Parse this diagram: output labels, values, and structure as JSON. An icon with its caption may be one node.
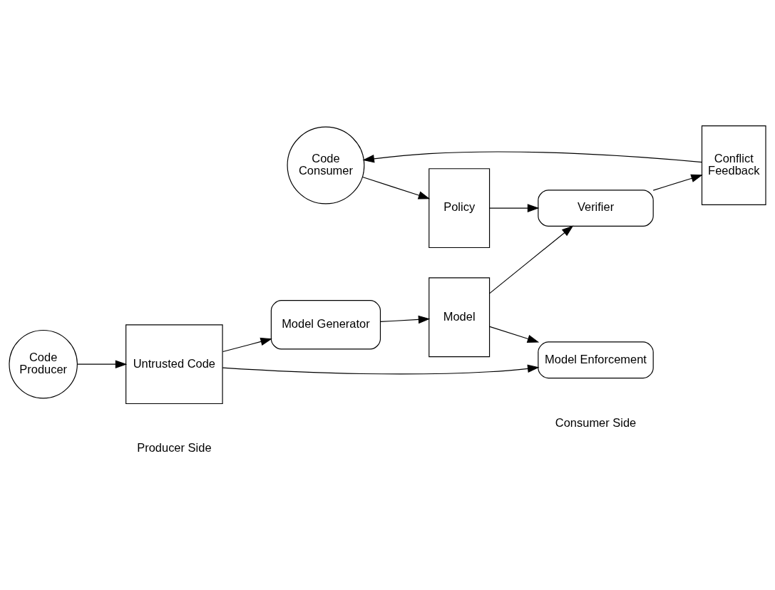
{
  "diagram": {
    "nodes": [
      {
        "text": [
          "Code Consumer"
        ]
      },
      {
        "text": [
          "Policy"
        ]
      },
      {
        "text": [
          "Conflict Feedback"
        ]
      },
      {
        "text": [
          "Model Generator"
        ]
      },
      {
        "text": [
          "Model"
        ]
      },
      {
        "text": [
          "Verifier"
        ]
      },
      {
        "text": [
          "Code Producer"
        ]
      },
      {
        "text": [
          "Untrusted Code"
        ]
      },
      {
        "text": [
          "Model Enforcement"
        ]
      }
    ],
    "edges": [
      {
        "from": 6,
        "to": 7,
        "arrow": "to"
      },
      {
        "from": 7,
        "to": 3,
        "arrow": "to"
      },
      {
        "from": 3,
        "to": 4,
        "arrow": "to"
      },
      {
        "from": 4,
        "to": 5,
        "arrow": "to"
      },
      {
        "from": 4,
        "to": 8,
        "arrow": "to"
      },
      {
        "from": 7,
        "to": 8,
        "arrow": "to"
      },
      {
        "from": 0,
        "to": 1,
        "arrow": "to"
      },
      {
        "from": 1,
        "to": 5,
        "arrow": "to"
      },
      {
        "from": 5,
        "to": 2,
        "arrow": "to"
      },
      {
        "from": 2,
        "to": 0,
        "arrow": "to"
      }
    ],
    "labels": [
      "Producer Side",
      "Consumer Side"
    ]
  }
}
